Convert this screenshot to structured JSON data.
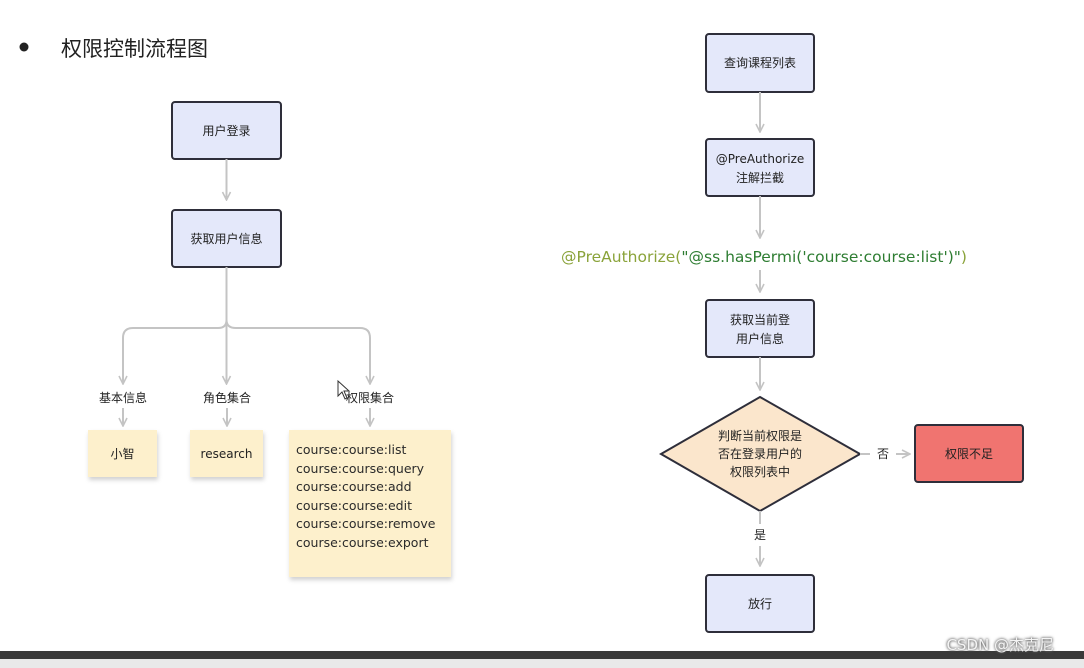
{
  "page": {
    "heading": "权限控制流程图"
  },
  "left_flow": {
    "login": "用户登录",
    "get_user_info": "获取用户信息",
    "categories": [
      "基本信息",
      "角色集合",
      "权限集合"
    ],
    "basic_info_value": "小智",
    "role_value": "research",
    "permissions": [
      "course:course:list",
      "course:course:query",
      "course:course:add",
      "course:course:edit",
      "course:course:remove",
      "course:course:export"
    ]
  },
  "right_flow": {
    "query_list": "查询课程列表",
    "preauthorize_line1": "@PreAuthorize",
    "preauthorize_line2": "注解拦截",
    "annotation_prefix": "@PreAuthorize(",
    "annotation_string": "\"@ss.hasPermi('course:course:list')\"",
    "annotation_suffix": ")",
    "get_current_line1": "获取当前登",
    "get_current_line2": "用户信息",
    "decision_line1": "判断当前权限是",
    "decision_line2": "否在登录用户的",
    "decision_line3": "权限列表中",
    "no_label": "否",
    "insufficient": "权限不足",
    "yes_label": "是",
    "allow": "放行"
  },
  "watermark": "CSDN @杰克尼",
  "colors": {
    "box_fill": "#e4e8fa",
    "note_fill": "#fdf0cc",
    "decision_fill": "#fbe6cc",
    "denied_fill": "#f07470",
    "annotation_prefix": "#8aa33a",
    "annotation_string": "#2e7d32"
  }
}
